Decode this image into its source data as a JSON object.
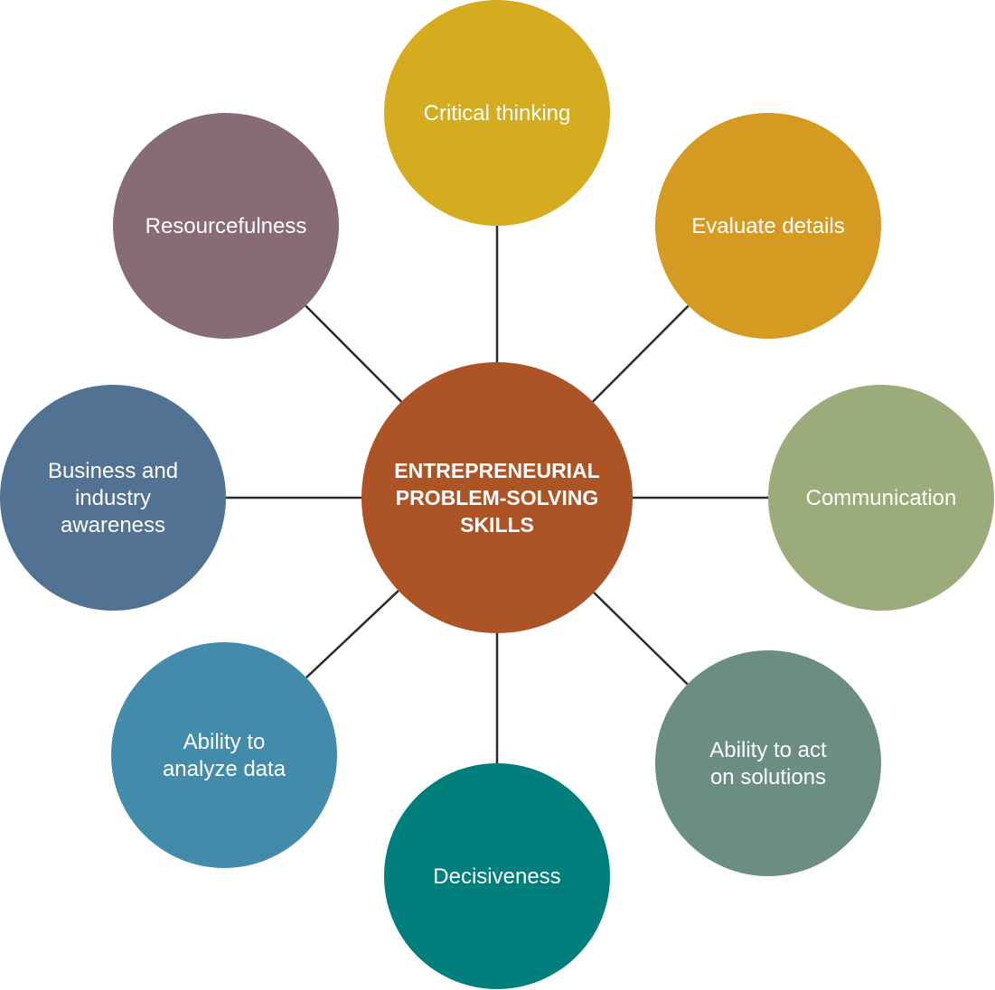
{
  "center": {
    "label_lines": [
      "ENTREPRENEURIAL",
      "PROBLEM-SOLVING",
      "SKILLS"
    ],
    "color": "#ad5427"
  },
  "skills": [
    {
      "id": "critical-thinking",
      "label_lines": [
        "Critical thinking"
      ],
      "color": "#d5ab20"
    },
    {
      "id": "evaluate-details",
      "label_lines": [
        "Evaluate details"
      ],
      "color": "#d59a22"
    },
    {
      "id": "communication",
      "label_lines": [
        "Communication"
      ],
      "color": "#9bab79"
    },
    {
      "id": "ability-to-act",
      "label_lines": [
        "Ability to act",
        "on solutions"
      ],
      "color": "#6b8e80"
    },
    {
      "id": "decisiveness",
      "label_lines": [
        "Decisiveness"
      ],
      "color": "#007e7c"
    },
    {
      "id": "ability-to-analyze",
      "label_lines": [
        "Ability to",
        "analyze data"
      ],
      "color": "#438bab"
    },
    {
      "id": "business-awareness",
      "label_lines": [
        "Business and",
        "industry",
        "awareness"
      ],
      "color": "#527293"
    },
    {
      "id": "resourcefulness",
      "label_lines": [
        "Resourcefulness"
      ],
      "color": "#876b77"
    }
  ]
}
